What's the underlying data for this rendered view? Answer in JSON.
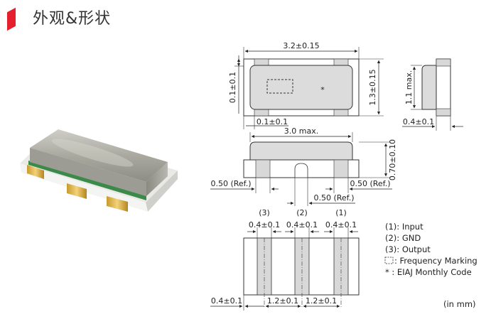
{
  "header": {
    "title": "外观&形状"
  },
  "photo": {
    "alt": "ceramic resonator component"
  },
  "top_view": {
    "width_label": "3.2±0.15",
    "height_label": "1.3±0.15",
    "left_offset_label": "0.1±0.1",
    "bottom_offset_label": "0.1±0.1",
    "mark_symbol": "*"
  },
  "side_view": {
    "height_label": "1.1 max.",
    "width_label": "0.4±0.1"
  },
  "front_view": {
    "length_label": "3.0 max.",
    "height_label": "0.70±0.10",
    "ref_left_label": "0.50 (Ref.)",
    "ref_center_label": "0.50 (Ref.)",
    "ref_right_label": "0.50 (Ref.)"
  },
  "bottom_view": {
    "pin3": "(3)",
    "pin2": "(2)",
    "pin1": "(1)",
    "pad3_width": "0.4±0.1",
    "pad2_width": "0.4±0.1",
    "pad1_width": "0.4±0.1",
    "edge_label": "0.4±0.1",
    "pitch_left": "1.2±0.1",
    "pitch_right": "1.2±0.1"
  },
  "legend": {
    "item1": "(1): Input",
    "item2": "(2): GND",
    "item3": "(3): Output",
    "item4": ": Frequency Marking",
    "item5": "*  : EIAJ Monthly Code"
  },
  "units_note": "(in mm)"
}
